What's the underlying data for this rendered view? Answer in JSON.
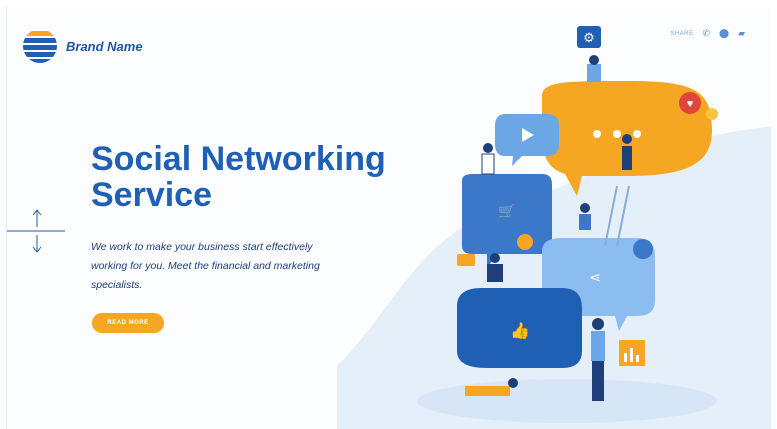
{
  "brand": {
    "name": "Brand Name"
  },
  "nav": {
    "share_label": "SHARE",
    "icons": [
      "phone-icon",
      "location-pin-icon",
      "chat-icon"
    ]
  },
  "hero": {
    "title_line1": "Social Networking",
    "title_line2": "Service",
    "description": "We work to make your business start effectively working for you. Meet the financial and marketing specialists.",
    "button_label": "READ MORE"
  },
  "colors": {
    "primary": "#1f5fb4",
    "accent": "#f5a623",
    "light": "#dbe9f8"
  }
}
